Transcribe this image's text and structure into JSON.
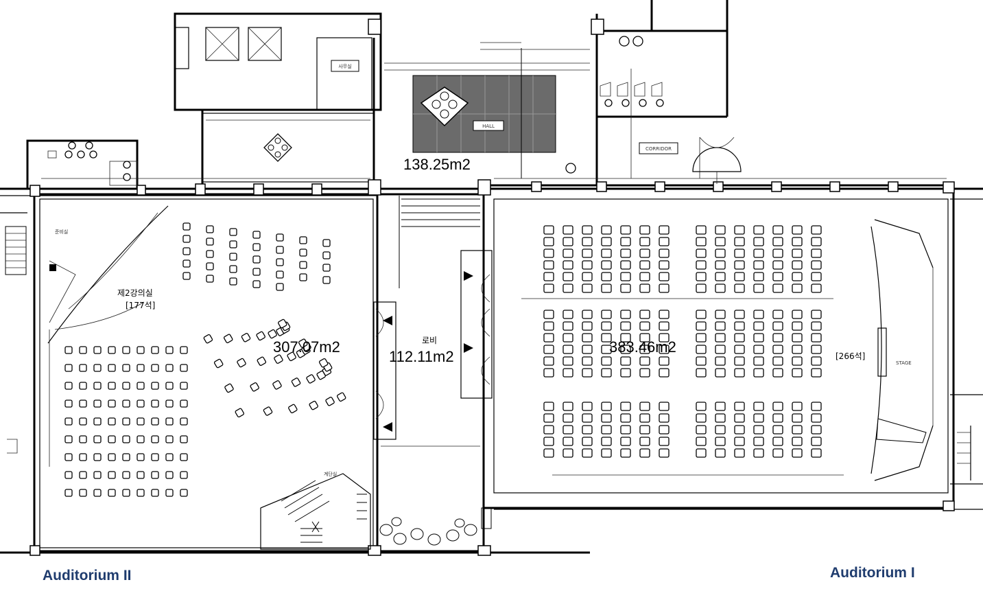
{
  "rooms": {
    "hall": {
      "label": "HALL",
      "area": "138.25m2",
      "fill": "#6b6b6b"
    },
    "corridor": {
      "label": "CORRIDOR"
    },
    "office": {
      "label": "사무실"
    },
    "prep_room": {
      "label": "준비실"
    },
    "stairs_label": {
      "label": "계단실"
    },
    "auditorium2": {
      "name_line1": "제2강의실",
      "name_line2": "[177석]",
      "area": "307.07m2",
      "caption": "Auditorium II"
    },
    "lobby": {
      "label": "로비",
      "area": "112.11m2"
    },
    "auditorium1": {
      "area": "383.46m2",
      "seats": "[266석]",
      "stage": "STAGE",
      "caption": "Auditorium I"
    }
  },
  "colors": {
    "line": "#000000",
    "caption": "#1f3c6e",
    "hall_fill": "#6b6b6b"
  }
}
